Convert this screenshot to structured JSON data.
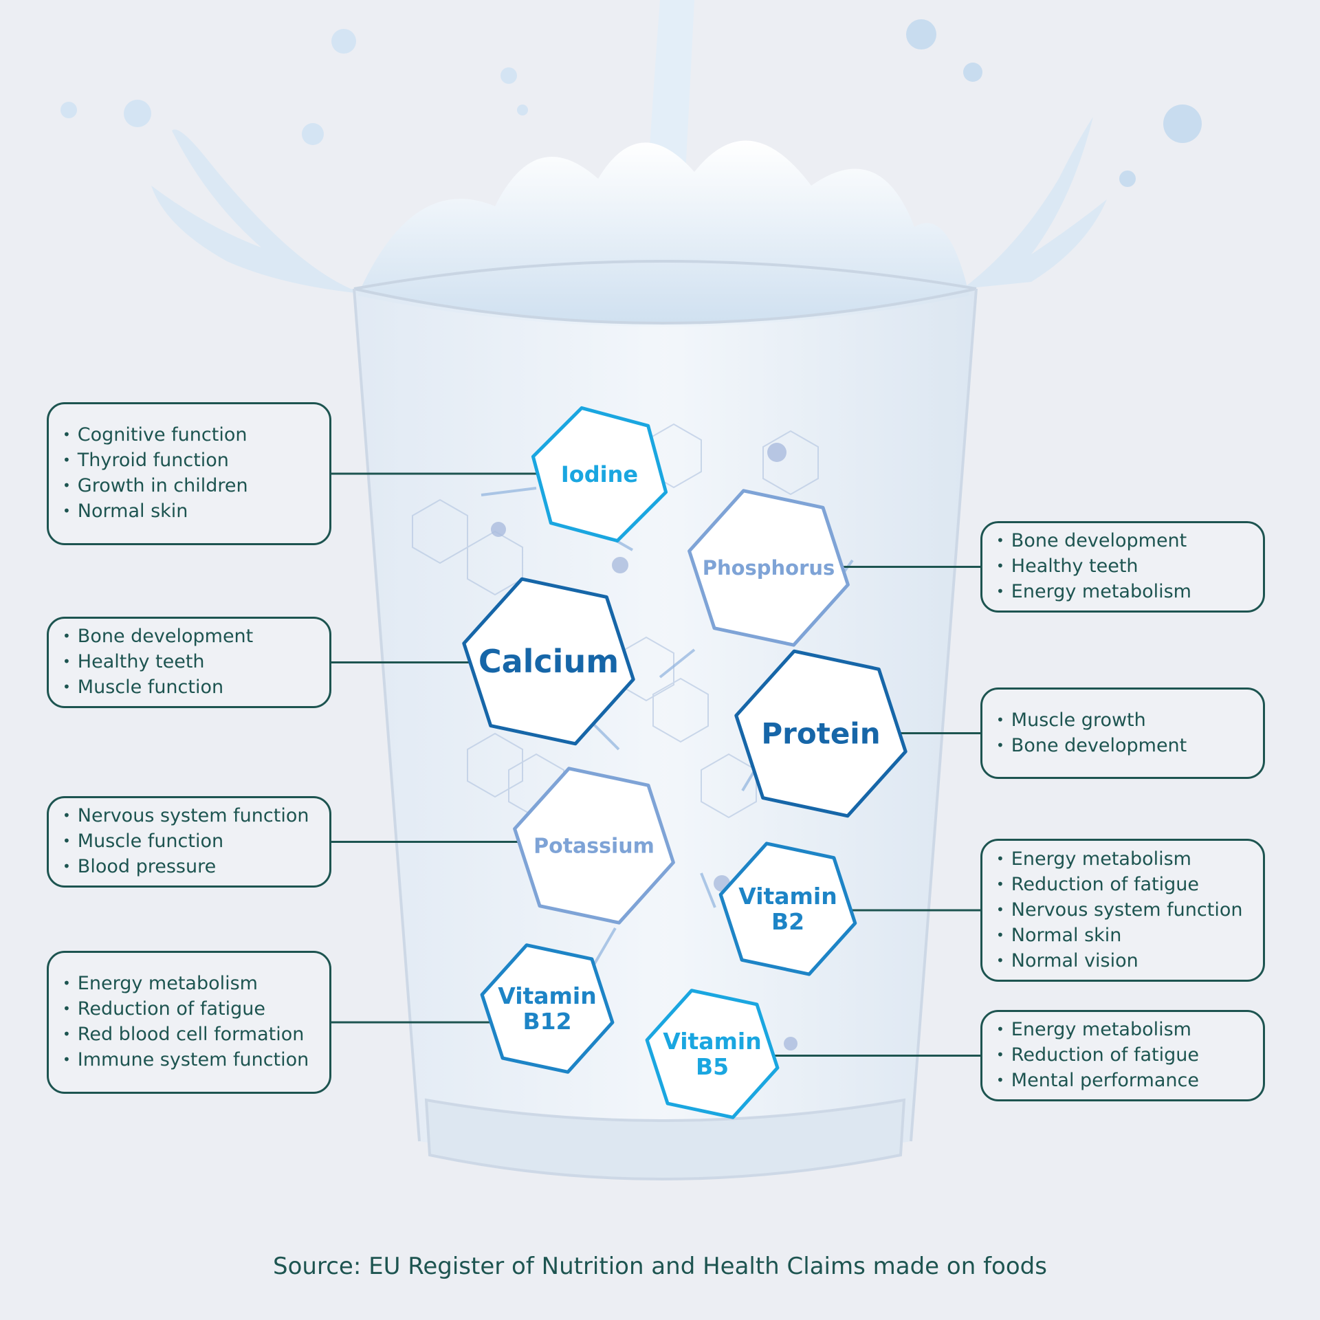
{
  "colors": {
    "background": "#eceef3",
    "box_border": "#1d5450",
    "text": "#1d5450",
    "hex_bright": "#1aa6e0",
    "hex_mid": "#1d84c6",
    "hex_dark": "#1666a8",
    "hex_pale": "#7ea3d6"
  },
  "nutrients": [
    {
      "id": "iodine",
      "label_lines": [
        "Iodine"
      ],
      "claims": [
        "Cognitive function",
        "Thyroid function",
        "Growth in children",
        "Normal skin"
      ]
    },
    {
      "id": "phosphorus",
      "label_lines": [
        "Phosphorus"
      ],
      "claims": [
        "Bone development",
        "Healthy teeth",
        "Energy metabolism"
      ]
    },
    {
      "id": "calcium",
      "label_lines": [
        "Calcium"
      ],
      "claims": [
        "Bone development",
        "Healthy teeth",
        "Muscle function"
      ]
    },
    {
      "id": "protein",
      "label_lines": [
        "Protein"
      ],
      "claims": [
        "Muscle growth",
        "Bone development"
      ]
    },
    {
      "id": "potassium",
      "label_lines": [
        "Potassium"
      ],
      "claims": [
        "Nervous system function",
        "Muscle function",
        "Blood pressure"
      ]
    },
    {
      "id": "vitamin-b2",
      "label_lines": [
        "Vitamin",
        "B2"
      ],
      "claims": [
        "Energy metabolism",
        "Reduction of fatigue",
        "Nervous system function",
        "Normal skin",
        "Normal vision"
      ]
    },
    {
      "id": "vitamin-b12",
      "label_lines": [
        "Vitamin",
        "B12"
      ],
      "claims": [
        "Energy metabolism",
        "Reduction of fatigue",
        "Red blood cell formation",
        "Immune system function"
      ]
    },
    {
      "id": "vitamin-b5",
      "label_lines": [
        "Vitamin",
        "B5"
      ],
      "claims": [
        "Energy metabolism",
        "Reduction of fatigue",
        "Mental performance"
      ]
    }
  ],
  "source": "Source: EU Register of Nutrition and Health Claims made on foods"
}
